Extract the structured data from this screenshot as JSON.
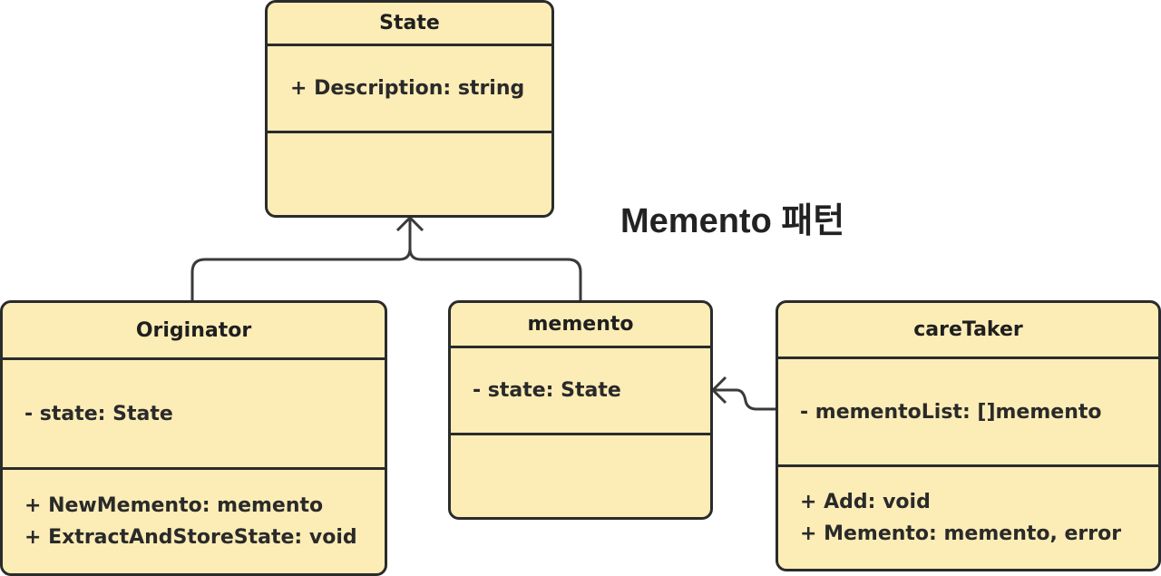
{
  "title": "Memento 패턴",
  "classes": {
    "state": {
      "name": "State",
      "attributes": [
        "+ Description: string"
      ],
      "operations": []
    },
    "originator": {
      "name": "Originator",
      "attributes": [
        "- state: State"
      ],
      "operations": [
        "+ NewMemento: memento",
        "+ ExtractAndStoreState: void"
      ]
    },
    "memento": {
      "name": "memento",
      "attributes": [
        "- state: State"
      ],
      "operations": []
    },
    "caretaker": {
      "name": "careTaker",
      "attributes": [
        "- mementoList: []memento"
      ],
      "operations": [
        "+ Add: void",
        "+ Memento: memento, error"
      ]
    }
  },
  "relations": [
    {
      "from": "Originator",
      "to": "State",
      "arrow": "open"
    },
    {
      "from": "memento",
      "to": "State",
      "arrow": "open"
    },
    {
      "from": "careTaker",
      "to": "memento",
      "arrow": "open"
    }
  ]
}
